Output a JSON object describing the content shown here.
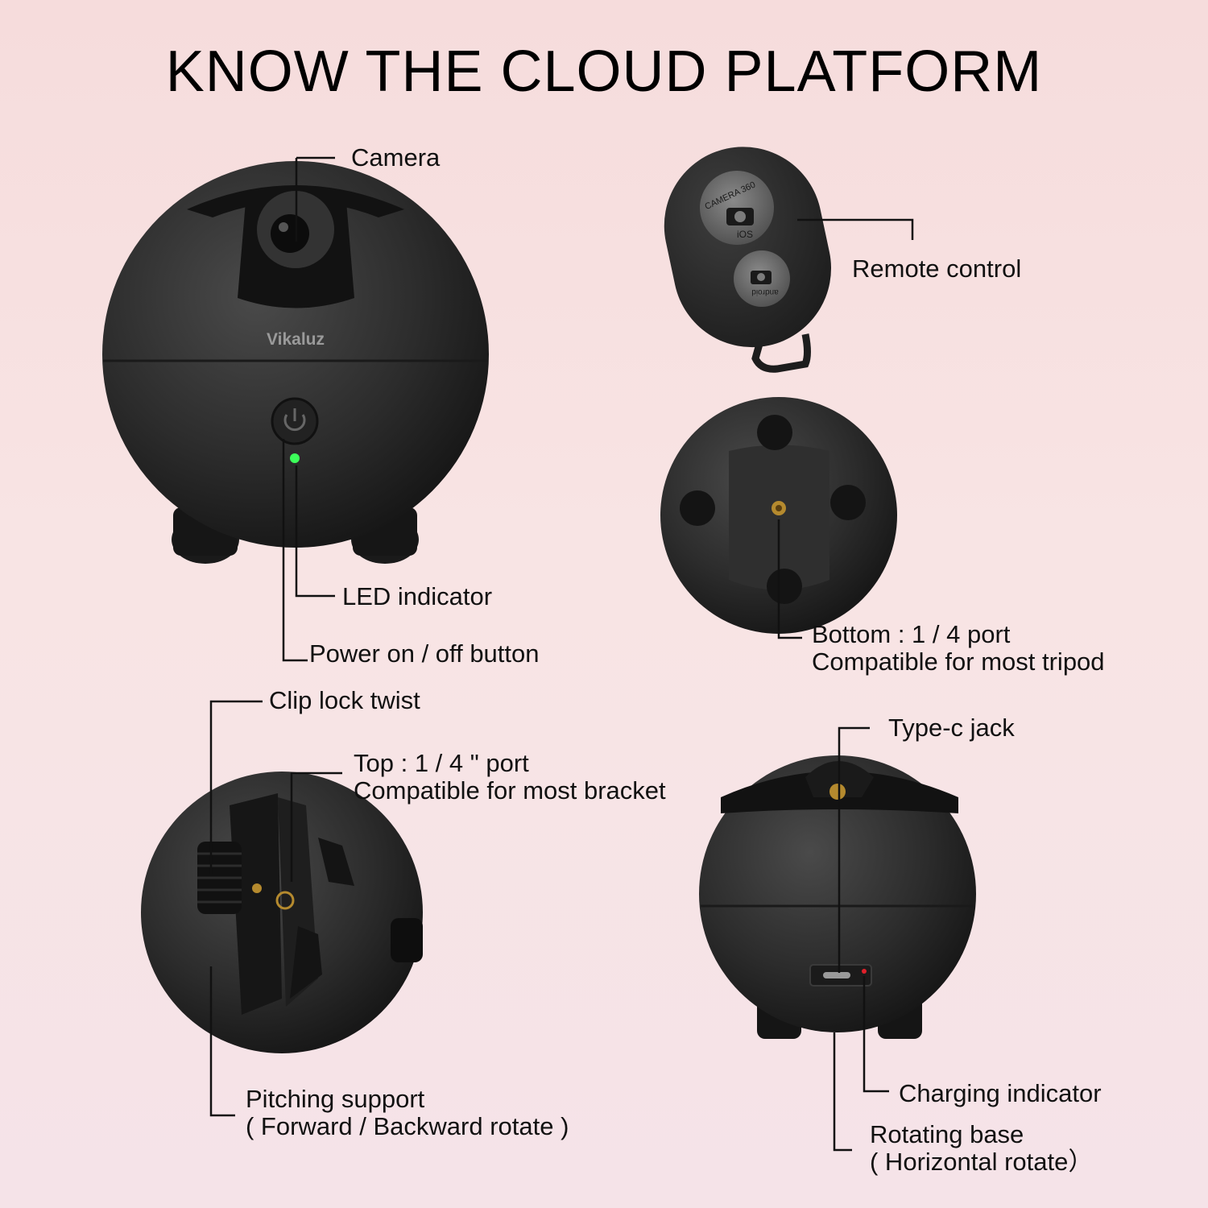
{
  "title": "KNOW THE CLOUD PLATFORM",
  "brand": "Vikaluz",
  "remote": {
    "button_top_text": "CAMERA 360",
    "button_top_os": "iOS",
    "button_bottom_os": "android"
  },
  "labels": {
    "camera": "Camera",
    "remote_control": "Remote control",
    "led_indicator": "LED indicator",
    "power_button": "Power on / off button",
    "bottom_port_line1": "Bottom : 1 / 4 port",
    "bottom_port_line2": "Compatible for most tripod",
    "clip_lock": "Clip lock twist",
    "top_port_line1": "Top : 1 / 4 \" port",
    "top_port_line2": "Compatible for most bracket",
    "type_c": "Type-c jack",
    "pitching_line1": "Pitching support",
    "pitching_line2": "( Forward / Backward rotate )",
    "charging_indicator": "Charging indicator",
    "rotating_line1": "Rotating base",
    "rotating_line2": "( Horizontal rotate）"
  },
  "colors": {
    "device": "#2b2b2b",
    "led_green": "#3cff5a",
    "charge_red": "#e0202a"
  }
}
